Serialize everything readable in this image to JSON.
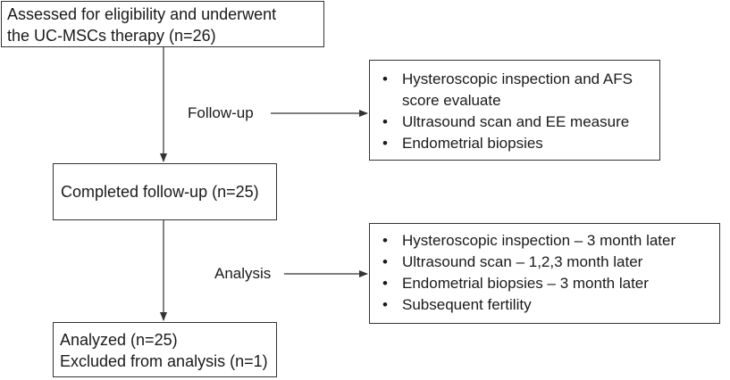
{
  "boxes": {
    "eligibility": {
      "lines": [
        "Assessed for eligibility  and underwent",
        "the UC-MSCs therapy (n=26)"
      ]
    },
    "completed": {
      "lines": [
        "Completed follow-up (n=25)"
      ]
    },
    "analyzed": {
      "lines": [
        "Analyzed (n=25)",
        "Excluded from analysis (n=1)"
      ]
    },
    "followup_details": {
      "items": [
        "Hysteroscopic inspection and AFS",
        "score evaluate",
        "Ultrasound scan and EE measure",
        "Endometrial biopsies"
      ]
    },
    "analysis_details": {
      "items": [
        "Hysteroscopic inspection – 3 month later",
        "Ultrasound scan – 1,2,3 month later",
        "Endometrial biopsies – 3 month later",
        "Subsequent fertility"
      ]
    }
  },
  "labels": {
    "followup": "Follow-up",
    "analysis": "Analysis"
  },
  "bullet_glyph": "•",
  "colors": {
    "line": "#333333",
    "text": "#1a1a1a"
  }
}
